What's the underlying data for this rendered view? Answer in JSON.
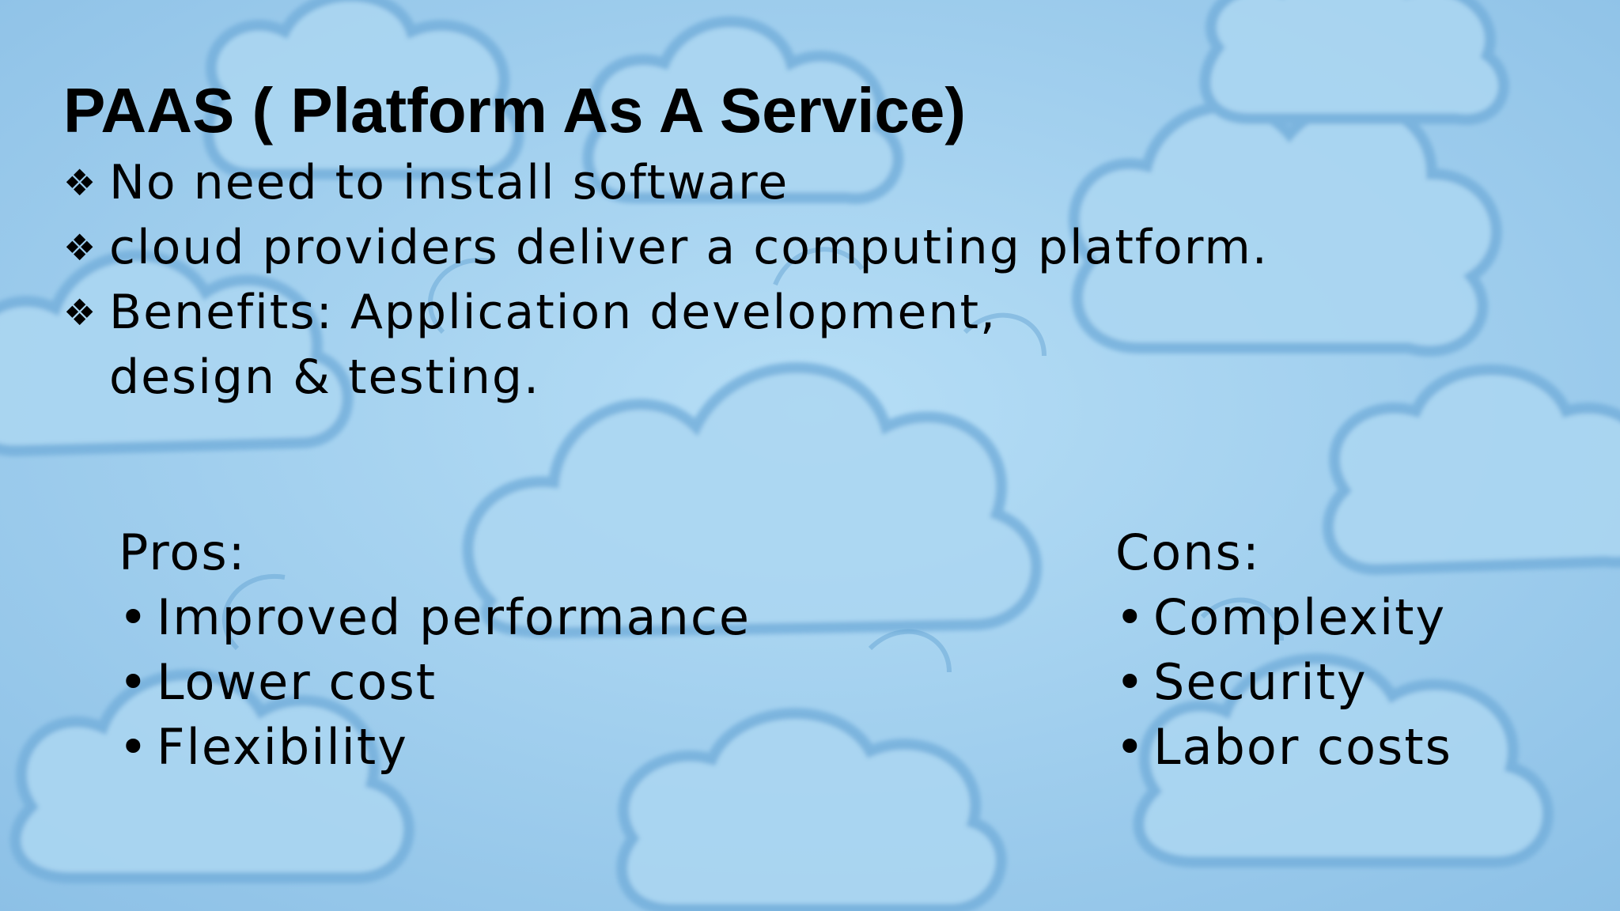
{
  "slide": {
    "title": "PAAS ( Platform As A Service)",
    "bullets": [
      {
        "marker": "❖",
        "text": "No need to install software"
      },
      {
        "marker": "❖",
        "text": "cloud providers deliver a computing platform."
      },
      {
        "marker": "❖",
        "text": "Benefits: Application development, design & testing."
      }
    ],
    "pros": {
      "heading": "Pros:",
      "items": [
        "Improved performance",
        "Lower cost",
        "Flexibility"
      ]
    },
    "cons": {
      "heading": "Cons:",
      "items": [
        "Complexity",
        "Security",
        "Labor costs"
      ]
    },
    "background": {
      "description_icon": "clouds-pattern",
      "base_color": "#9fcdeb",
      "cloud_fill": "#a9d6f2",
      "cloud_outline": "#6ea9d6"
    }
  }
}
